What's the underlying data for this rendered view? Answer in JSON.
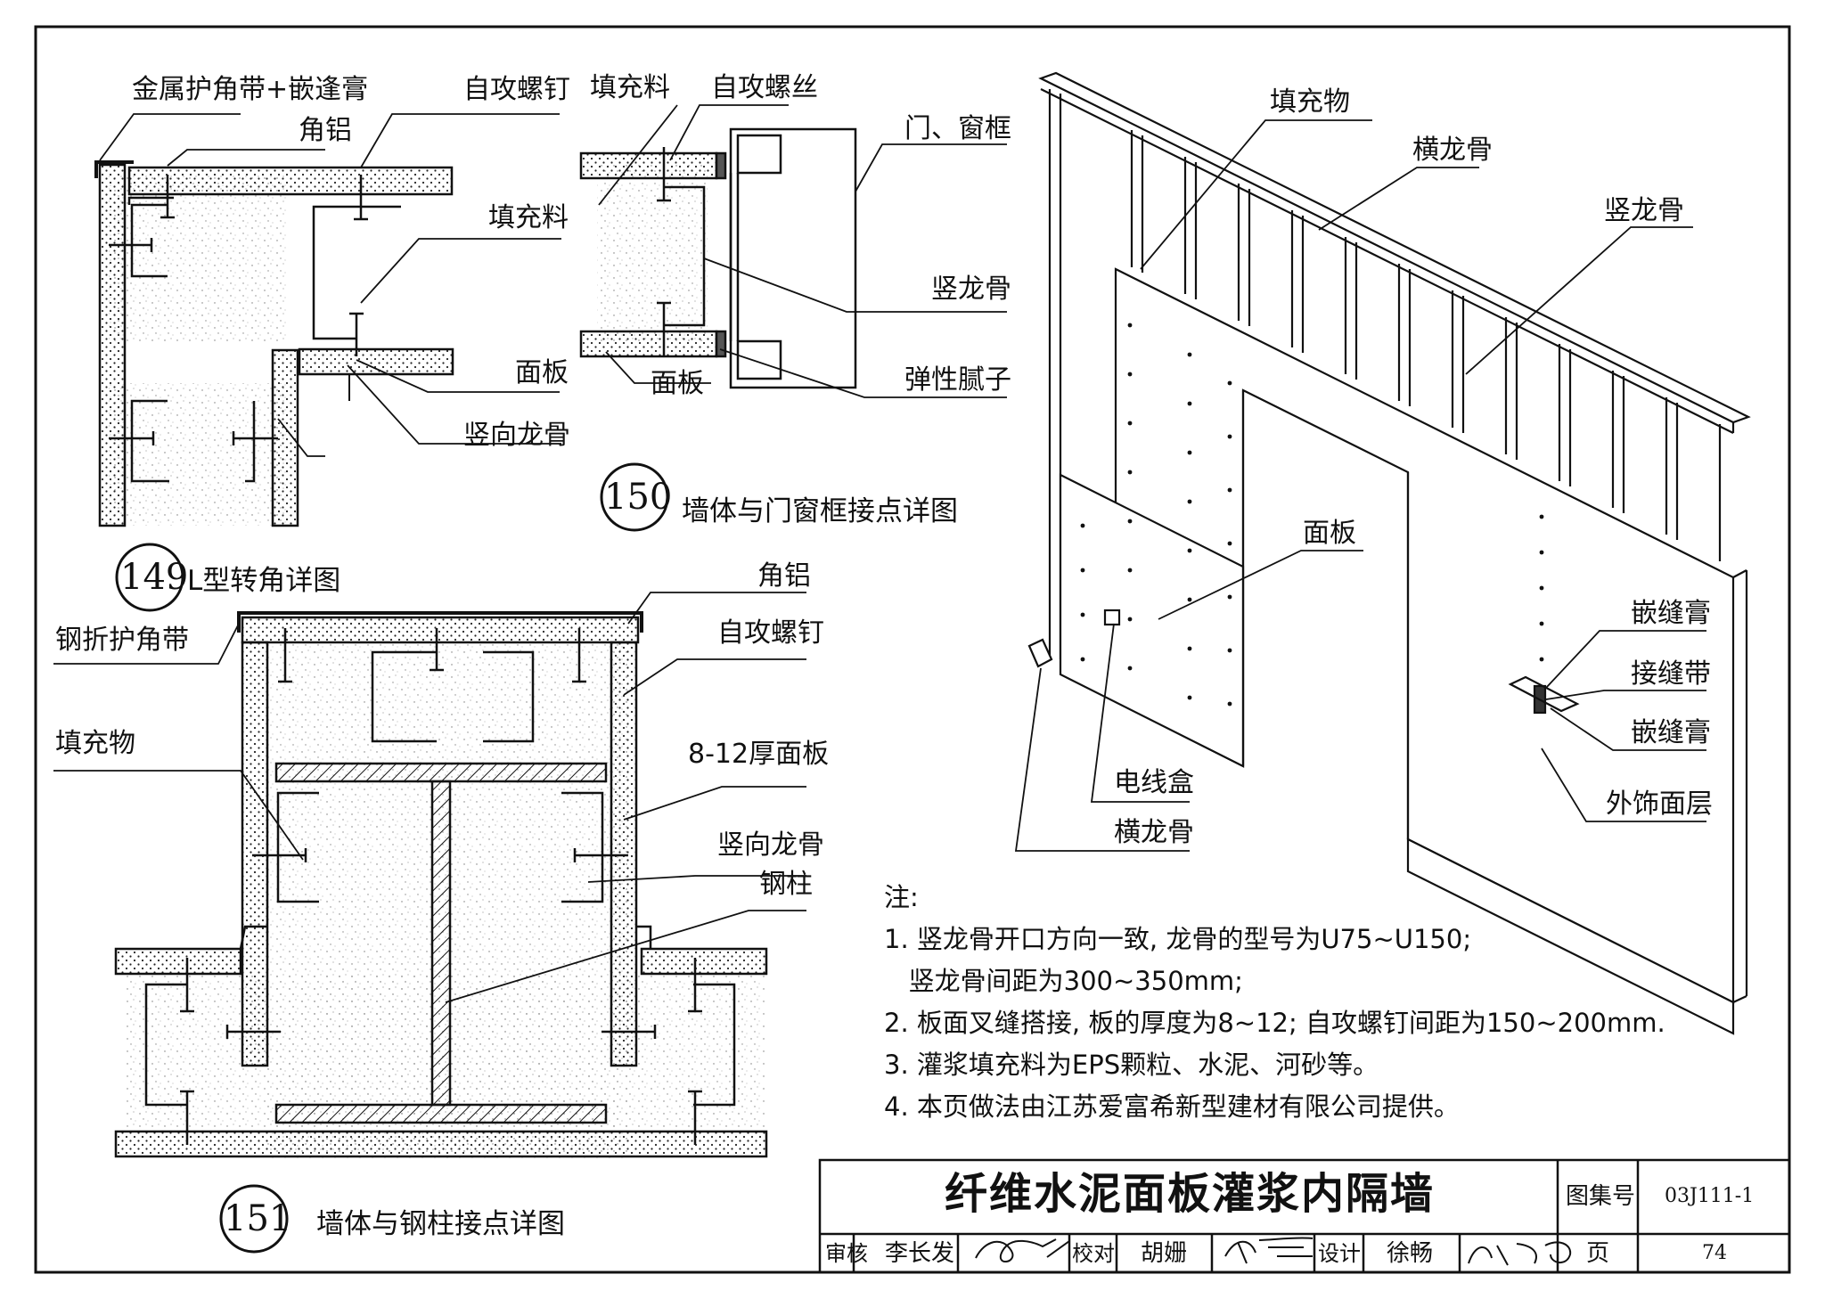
{
  "details": {
    "d149": {
      "number": "149",
      "caption": "L型转角详图",
      "labels": {
        "metal_corner_tape": "金属护角带+嵌逢膏",
        "angle_aluminum": "角铝",
        "self_tapping_screw": "自攻螺钉",
        "filler": "填充料",
        "panel": "面板",
        "vertical_keel": "竖向龙骨"
      }
    },
    "d150": {
      "number": "150",
      "caption": "墙体与门窗框接点详图",
      "labels": {
        "filler": "填充料",
        "self_tapping_screw": "自攻螺丝",
        "door_window_frame": "门、窗框",
        "vertical_keel": "竖龙骨",
        "panel": "面板",
        "elastic_putty": "弹性腻子"
      }
    },
    "d151": {
      "number": "151",
      "caption": "墙体与钢柱接点详图",
      "labels": {
        "steel_corner_tape": "钢折护角带",
        "angle_aluminum": "角铝",
        "self_tapping_screw": "自攻螺钉",
        "filler": "填充物",
        "panel_8_12": "8-12厚面板",
        "vertical_keel": "竖向龙骨",
        "steel_column": "钢柱"
      }
    },
    "iso": {
      "labels": {
        "filler": "填充物",
        "horizontal_keel_top": "横龙骨",
        "vertical_keel": "竖龙骨",
        "panel": "面板",
        "joint_compound_1": "嵌缝膏",
        "joint_tape": "接缝带",
        "joint_compound_2": "嵌缝膏",
        "outer_finish": "外饰面层",
        "electrical_box": "电线盒",
        "horizontal_keel_bottom": "横龙骨"
      }
    }
  },
  "notes": {
    "heading": "注:",
    "lines": [
      "1. 竖龙骨开口方向一致, 龙骨的型号为U75~U150;",
      "   竖龙骨间距为300~350mm;",
      "2. 板面叉缝搭接, 板的厚度为8~12; 自攻螺钉间距为150~200mm.",
      "3. 灌浆填充料为EPS颗粒、水泥、河砂等。",
      "4. 本页做法由江苏爱富希新型建材有限公司提供。"
    ]
  },
  "title_block": {
    "title": "纤维水泥面板灌浆内隔墙",
    "atlas_label": "图集号",
    "atlas_no": "03J111-1",
    "page_label": "页",
    "page_no": "74",
    "review_label": "审核",
    "reviewer": "李长发",
    "check_label": "校对",
    "checker": "胡姗",
    "design_label": "设计",
    "designer": "徐畅"
  }
}
